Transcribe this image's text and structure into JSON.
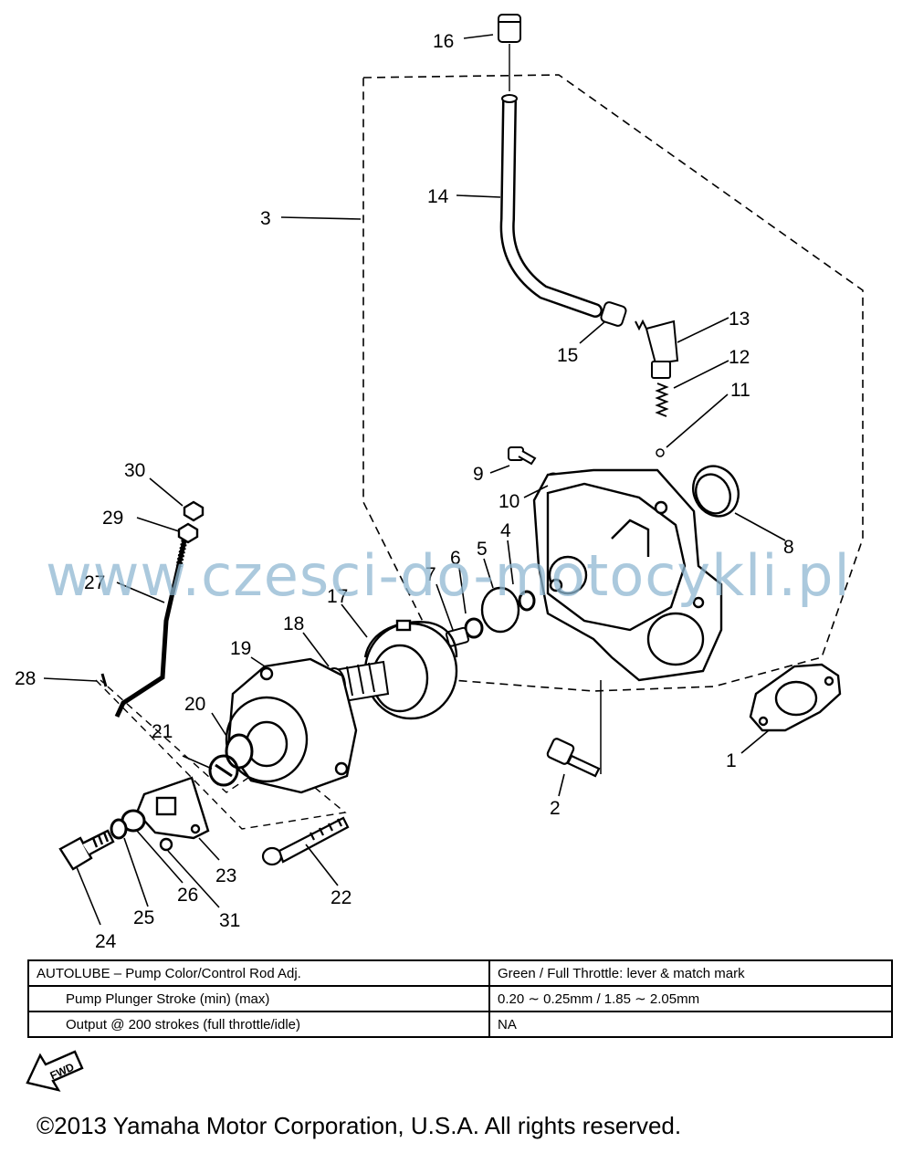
{
  "callouts": [
    "1",
    "2",
    "3",
    "4",
    "5",
    "6",
    "7",
    "8",
    "9",
    "10",
    "11",
    "12",
    "13",
    "14",
    "15",
    "16",
    "17",
    "18",
    "19",
    "20",
    "21",
    "22",
    "23",
    "24",
    "25",
    "26",
    "27",
    "28",
    "29",
    "30",
    "31"
  ],
  "watermark": "www.czesci-do-motocykli.pl",
  "fwd_badge": "FWD",
  "spec_table": {
    "rows": [
      {
        "label": "AUTOLUBE – Pump Color/Control Rod Adj.",
        "value": "Green / Full Throttle:  lever & match mark"
      },
      {
        "label": "Pump Plunger Stroke (min) (max)",
        "value": "0.20 ∼ 0.25mm / 1.85 ∼ 2.05mm"
      },
      {
        "label": "Output @ 200 strokes (full throttle/idle)",
        "value": "NA"
      }
    ]
  },
  "copyright": "©2013 Yamaha Motor Corporation, U.S.A. All rights reserved."
}
